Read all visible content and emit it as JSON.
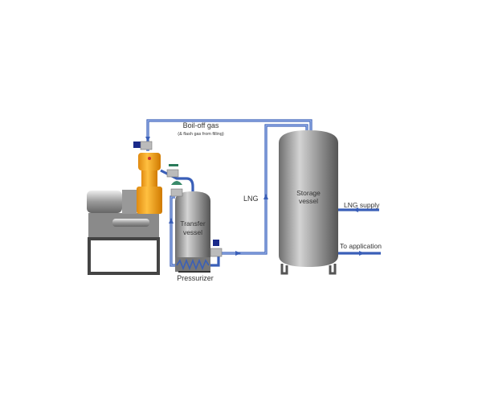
{
  "diagram": {
    "labels": {
      "boil_off": "Boil-off gas",
      "boil_off_sub": "(& flash gas from filling)",
      "lng": "LNG",
      "storage_line1": "Storage",
      "storage_line2": "vessel",
      "transfer_line1": "Transfer",
      "transfer_line2": "vessel",
      "pressurizer": "Pressurizer",
      "lng_supply": "LNG supply",
      "to_application": "To application"
    },
    "colors": {
      "pipe": "#3a5fb8",
      "pump": "#f0a020",
      "vessel": "#8a8a8a",
      "actuator": "#1a2a8a"
    }
  }
}
